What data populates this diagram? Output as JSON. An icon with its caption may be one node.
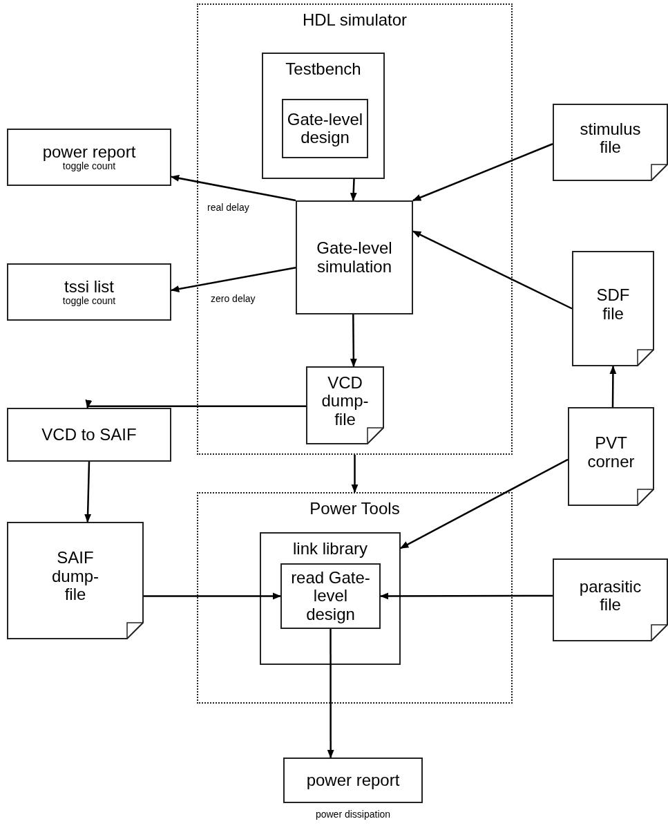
{
  "diagram": {
    "nodes": [
      {
        "text": [
          "HDL simulator"
        ]
      },
      {
        "text": [
          "Testbench"
        ],
        "in": 0
      },
      {
        "text": [
          "Gate-level design"
        ],
        "in": 1
      },
      {
        "text": [
          "Gate-level simulation"
        ],
        "in": 0
      },
      {
        "text": [
          "VCD dump-file"
        ],
        "in": 0
      },
      {
        "text": [
          "power report",
          "toggle count"
        ]
      },
      {
        "text": [
          "tssi list",
          "toggle count"
        ]
      },
      {
        "text": [
          "stimulus file"
        ]
      },
      {
        "text": [
          "SDF file"
        ]
      },
      {
        "text": [
          "PVT corner"
        ]
      },
      {
        "text": [
          "VCD to SAIF"
        ]
      },
      {
        "text": [
          "SAIF dump-file"
        ]
      },
      {
        "text": [
          "Power Tools"
        ]
      },
      {
        "text": [
          "link library"
        ],
        "in": 12
      },
      {
        "text": [
          "read Gate-level design"
        ],
        "in": 13
      },
      {
        "text": [
          "parasitic file"
        ]
      },
      {
        "text": [
          "power report"
        ],
        "beside": [
          "power dissipation"
        ]
      }
    ],
    "edges": [
      {
        "from": 1,
        "to": 3,
        "arrow": "to"
      },
      {
        "from": 3,
        "to": 5,
        "arrow": "to",
        "label": "real delay"
      },
      {
        "from": 3,
        "to": 6,
        "arrow": "to",
        "label": "zero delay"
      },
      {
        "from": 7,
        "to": 3,
        "arrow": "to"
      },
      {
        "from": 8,
        "to": 3,
        "arrow": "to"
      },
      {
        "from": 3,
        "to": 4,
        "arrow": "to"
      },
      {
        "from": 4,
        "to": 10,
        "arrow": "to"
      },
      {
        "from": 0,
        "to": 12,
        "arrow": "to"
      },
      {
        "from": 10,
        "to": 11,
        "arrow": "to"
      },
      {
        "from": 9,
        "to": 8,
        "arrow": "to"
      },
      {
        "from": 9,
        "to": 13,
        "arrow": "to"
      },
      {
        "from": 11,
        "to": 14,
        "arrow": "to"
      },
      {
        "from": 15,
        "to": 14,
        "arrow": "to"
      },
      {
        "from": 14,
        "to": 16,
        "arrow": "to"
      }
    ]
  }
}
